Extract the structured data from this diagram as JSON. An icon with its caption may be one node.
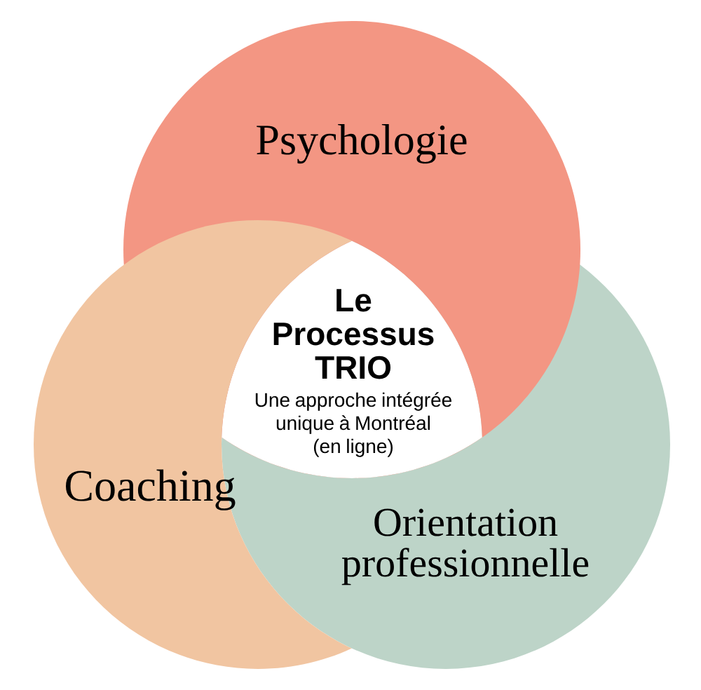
{
  "diagram": {
    "nodes": [
      {
        "text": [
          "Psychologie"
        ]
      },
      {
        "text": [
          "Coaching"
        ]
      },
      {
        "text": [
          "Orientation professionnelle"
        ]
      },
      {
        "text": [
          "Le Processus TRIO",
          "Une approche intégrée unique à Montréal (en ligne)"
        ]
      }
    ]
  }
}
